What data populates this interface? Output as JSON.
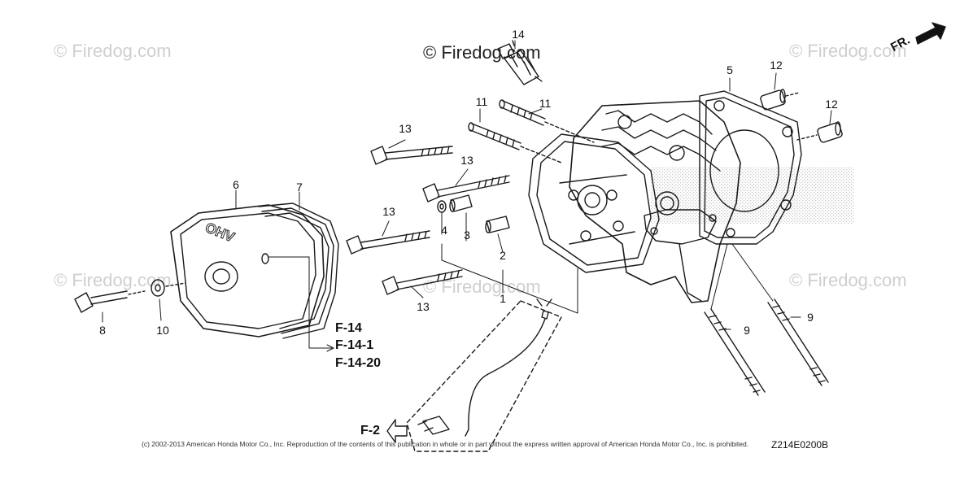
{
  "watermarks": {
    "center_top": "© Firedog.com",
    "faint_top_left": "© Firedog.com",
    "faint_top_right": "© Firedog.com",
    "faint_mid_left": "© Firedog.com",
    "faint_mid_center": "© Firedog.com",
    "faint_mid_right": "© Firedog.com"
  },
  "direction_indicator": {
    "label": "FR."
  },
  "part_callouts": {
    "p1": "1",
    "p2": "2",
    "p3": "3",
    "p4": "4",
    "p5": "5",
    "p6": "6",
    "p7": "7",
    "p8": "8",
    "p9a": "9",
    "p9b": "9",
    "p10": "10",
    "p11a": "11",
    "p11b": "11",
    "p12a": "12",
    "p12b": "12",
    "p13a": "13",
    "p13b": "13",
    "p13c": "13",
    "p13d": "13",
    "p14": "14"
  },
  "figure_refs": {
    "ref1": "F-14",
    "ref2": "F-14-1",
    "ref3": "F-14-20",
    "ref4": "F-2"
  },
  "footer": {
    "copyright": "(c) 2002-2013 American Honda Motor Co., Inc. Reproduction of the contents of this publication in whole or in part without the express written approval of American Honda Motor Co., Inc. is prohibited.",
    "diagram_code": "Z214E0200B"
  },
  "colors": {
    "line": "#1a1a1a",
    "watermark": "#cfcfcf",
    "stipple": "#bdbdbd"
  }
}
